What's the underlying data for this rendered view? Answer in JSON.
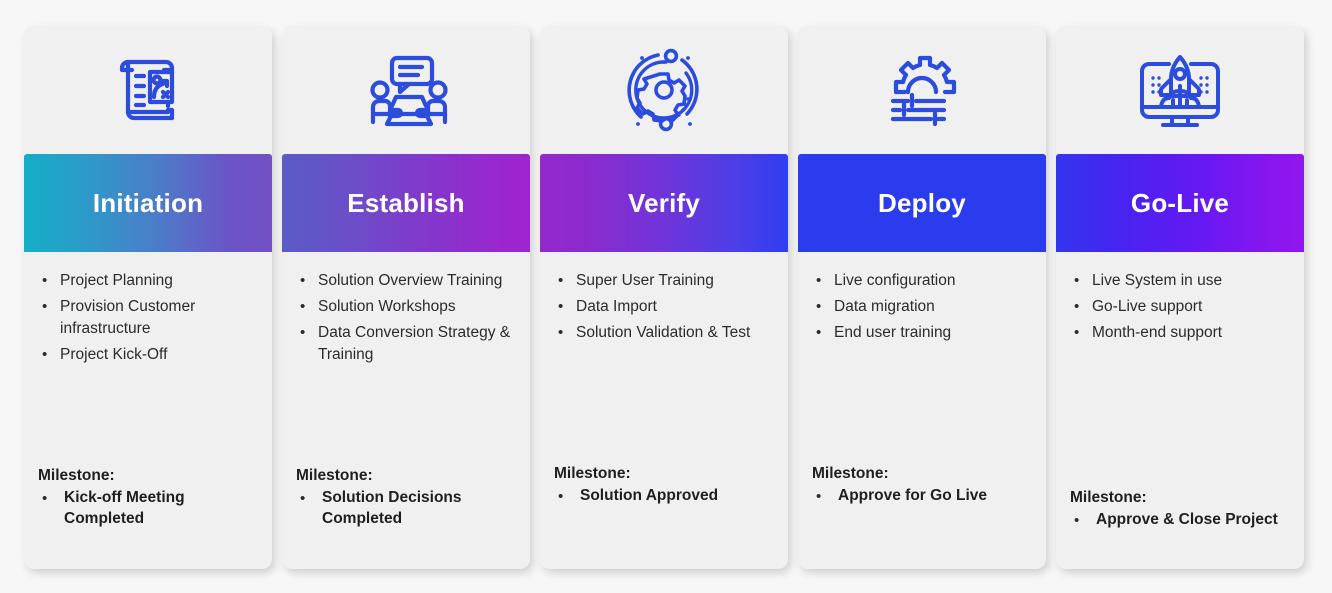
{
  "phases": [
    {
      "name": "Initiation",
      "icon": "scroll-strategy-icon",
      "banner_gradient": "linear-gradient(90deg, #13aec6 0%, #2a9dc9 22%, #4a7ec9 52%, #6a55c7 82%, #7450c4 100%)",
      "tasks": [
        "Project Planning",
        "Provision Customer infrastructure",
        "Project Kick-Off"
      ],
      "milestone_label": "Milestone:",
      "milestones": [
        "Kick-off Meeting Completed"
      ]
    },
    {
      "name": "Establish",
      "icon": "meeting-discussion-icon",
      "banner_gradient": "linear-gradient(90deg, #5a5cc6 0%, #6a4fc8 26%, #8436cb 60%, #9a27ce 88%, #9e25cf 100%)",
      "tasks": [
        "Solution Overview Training",
        "Solution Workshops",
        "Data Conversion Strategy & Training"
      ],
      "milestone_label": "Milestone:",
      "milestones": [
        "Solution Decisions Completed"
      ]
    },
    {
      "name": "Verify",
      "icon": "gear-orbit-icon",
      "banner_gradient": "linear-gradient(90deg, #9229cd 0%, #8c2bcd 18%, #7134d8 48%, #4b3ee8 80%, #2f3ef2 100%)",
      "tasks": [
        "Super User Training",
        "Data Import",
        "Solution Validation & Test"
      ],
      "milestone_label": "Milestone:",
      "milestones": [
        "Solution Approved"
      ]
    },
    {
      "name": "Deploy",
      "icon": "gear-sliders-icon",
      "banner_gradient": "linear-gradient(90deg, #2b3bee 0%, #2b3bee 100%)",
      "tasks": [
        "Live configuration",
        "Data migration",
        "End user training"
      ],
      "milestone_label": "Milestone:",
      "milestones": [
        "Approve for Go Live"
      ]
    },
    {
      "name": "Go-Live",
      "icon": "rocket-monitor-icon",
      "banner_gradient": "linear-gradient(90deg, #3434ed 0%, #4a22f0 30%, #6a18f2 62%, #8a16f0 88%, #9016ef 100%)",
      "tasks": [
        "Live System in use",
        "Go-Live support",
        "Month-end support"
      ],
      "milestone_label": "Milestone:",
      "milestones": [
        "Approve & Close Project"
      ]
    }
  ],
  "bullet_glyph": "•",
  "colors": {
    "icon_blue": "#2b4cdd",
    "card_bg": "#f0f0f0",
    "page_bg": "#f7f7f7",
    "text": "#2b2b2b"
  }
}
